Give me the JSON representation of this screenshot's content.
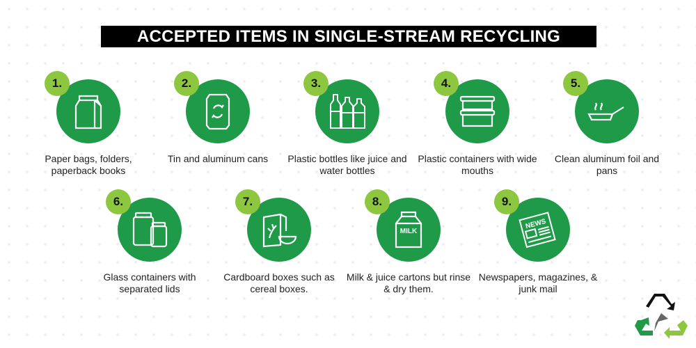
{
  "title": "ACCEPTED ITEMS IN SINGLE-STREAM RECYCLING",
  "colors": {
    "circle": "#1e9a48",
    "badge": "#8dc63f"
  },
  "items": [
    {
      "number": "1.",
      "label": "Paper bags, folders, paperback books",
      "icon": "paper-bag-icon"
    },
    {
      "number": "2.",
      "label": "Tin and aluminum cans",
      "icon": "can-icon"
    },
    {
      "number": "3.",
      "label": "Plastic bottles like juice and water bottles",
      "icon": "bottles-icon"
    },
    {
      "number": "4.",
      "label": "Plastic containers with wide mouths",
      "icon": "containers-icon"
    },
    {
      "number": "5.",
      "label": "Clean aluminum foil and pans",
      "icon": "pan-icon"
    },
    {
      "number": "6.",
      "label": "Glass containers with separated lids",
      "icon": "jars-icon"
    },
    {
      "number": "7.",
      "label": "Cardboard boxes such as cereal boxes.",
      "icon": "cereal-box-icon"
    },
    {
      "number": "8.",
      "label": "Milk & juice cartons but rinse & dry them.",
      "icon": "milk-carton-icon",
      "icon_text": "MILK"
    },
    {
      "number": "9.",
      "label": "Newspapers, magazines, & junk mail",
      "icon": "newspaper-icon",
      "icon_text": "NEWS"
    }
  ]
}
